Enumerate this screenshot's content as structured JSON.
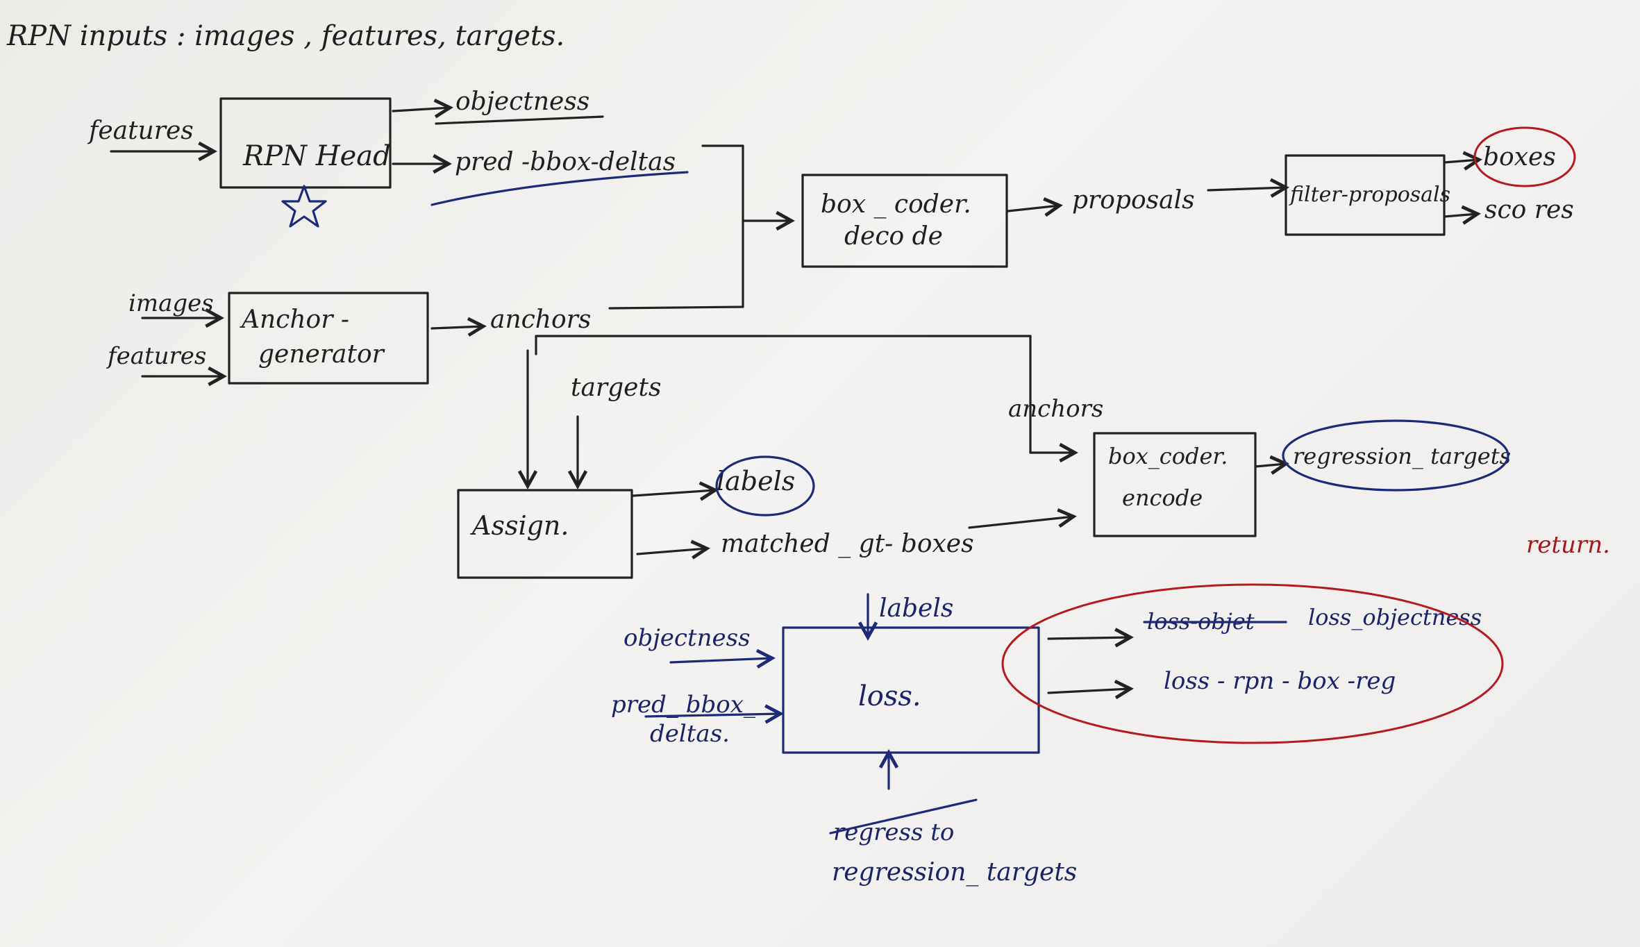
{
  "title": "RPN  inputs :  images ,  features,  targets.",
  "nodes": {
    "rpn_head": "RPN Head",
    "anchor_generator_line1": "Anchor -",
    "anchor_generator_line2": "generator",
    "box_coder_decode_line1": "box _ coder.",
    "box_coder_decode_line2": "deco de",
    "filter_proposals": "filter-proposals",
    "assign": "Assign.",
    "box_coder_encode_line1": "box_coder.",
    "box_coder_encode_line2": "encode",
    "loss": "loss."
  },
  "labels": {
    "features_in_head": "features",
    "objectness_out": "objectness",
    "pred_bbox_deltas_out": "pred -bbox-deltas",
    "images_in": "images",
    "features_in_anchor": "features",
    "anchors_out": "anchors",
    "proposals": "proposals",
    "boxes": "boxes",
    "scores": "sco res",
    "targets": "targets",
    "anchors_to_encode": "anchors",
    "regression_targets_out": "regression_ targets",
    "labels_out": "labels",
    "matched_gt_boxes": "matched _ gt- boxes",
    "return": "return.",
    "labels_in_loss": "labels",
    "objectness_in_loss": "objectness",
    "pred_bbox_deltas_in_loss_line1": "pred_ bbox_",
    "pred_bbox_deltas_in_loss_line2": "deltas.",
    "regression_targets_struck": "regress to",
    "regression_targets_in_loss": "regression_ targets",
    "loss_objectness_struck": "loss-objet",
    "loss_objectness": "loss_objectness",
    "loss_rpn_box_reg": "loss - rpn - box -reg"
  },
  "colors": {
    "black_ink": "#1f1f1f",
    "blue_ink": "#1a2366",
    "red_ink": "#a3171b",
    "paper": "#efeeeb"
  }
}
